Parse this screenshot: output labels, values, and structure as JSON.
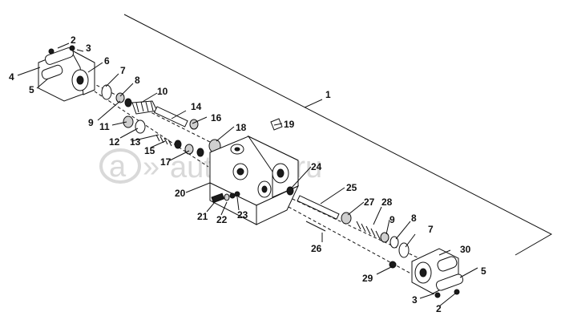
{
  "watermark": {
    "text": "autopiter.ru",
    "logo": "a-circle-logo"
  },
  "callouts": [
    {
      "id": "c1",
      "text": "1"
    },
    {
      "id": "c2a",
      "text": "2"
    },
    {
      "id": "c3a",
      "text": "3"
    },
    {
      "id": "c4",
      "text": "4"
    },
    {
      "id": "c5a",
      "text": "5"
    },
    {
      "id": "c6",
      "text": "6"
    },
    {
      "id": "c7a",
      "text": "7"
    },
    {
      "id": "c8a",
      "text": "8"
    },
    {
      "id": "c9a",
      "text": "9"
    },
    {
      "id": "c10",
      "text": "10"
    },
    {
      "id": "c11",
      "text": "11"
    },
    {
      "id": "c12",
      "text": "12"
    },
    {
      "id": "c13",
      "text": "13"
    },
    {
      "id": "c14",
      "text": "14"
    },
    {
      "id": "c15",
      "text": "15"
    },
    {
      "id": "c16",
      "text": "16"
    },
    {
      "id": "c17",
      "text": "17"
    },
    {
      "id": "c18",
      "text": "18"
    },
    {
      "id": "c19",
      "text": "19"
    },
    {
      "id": "c20",
      "text": "20"
    },
    {
      "id": "c21",
      "text": "21"
    },
    {
      "id": "c22",
      "text": "22"
    },
    {
      "id": "c23",
      "text": "23"
    },
    {
      "id": "c24",
      "text": "24"
    },
    {
      "id": "c25",
      "text": "25"
    },
    {
      "id": "c26",
      "text": "26"
    },
    {
      "id": "c27",
      "text": "27"
    },
    {
      "id": "c28",
      "text": "28"
    },
    {
      "id": "c9b",
      "text": "9"
    },
    {
      "id": "c8b",
      "text": "8"
    },
    {
      "id": "c7b",
      "text": "7"
    },
    {
      "id": "c30",
      "text": "30"
    },
    {
      "id": "c5b",
      "text": "5"
    },
    {
      "id": "c29",
      "text": "29"
    },
    {
      "id": "c3b",
      "text": "3"
    },
    {
      "id": "c2b",
      "text": "2"
    }
  ]
}
